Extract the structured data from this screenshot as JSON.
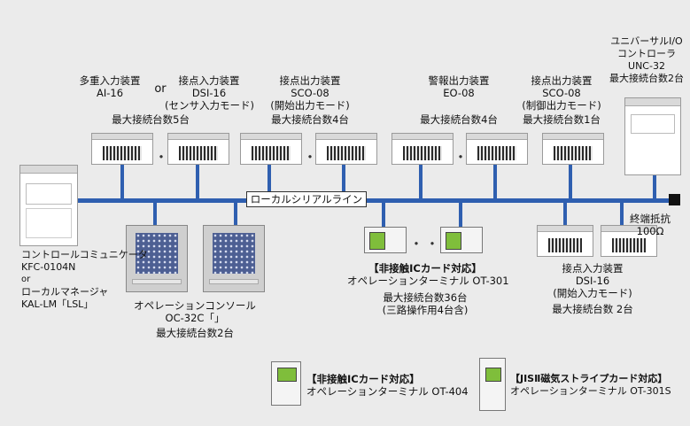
{
  "groups": {
    "multi_input": {
      "title": "多重入力装置",
      "model": "AI-16"
    },
    "or_label": "or",
    "dsi_sensor": {
      "title": "接点入力装置",
      "model": "DSI-16",
      "mode": "(センサ入力モード)"
    },
    "max_5": "最大接続台数5台",
    "sco_start": {
      "title": "接点出力装置",
      "model": "SCO-08",
      "mode": "(開始出力モード)",
      "max": "最大接続台数4台"
    },
    "eo": {
      "title": "警報出力装置",
      "model": "EO-08",
      "max": "最大接続台数4台"
    },
    "sco_control": {
      "title": "接点出力装置",
      "model": "SCO-08",
      "mode": "(制御出力モード)",
      "max": "最大接続台数1台"
    },
    "universal": {
      "line1": "ユニバーサルI/O",
      "line2": "コントローラ",
      "model": "UNC-32",
      "max": "最大接続台数2台"
    },
    "bus_label": "ローカルシリアルライン",
    "terminator": {
      "title": "終端抵抗",
      "value": "100Ω"
    },
    "controller": {
      "line1": "コントロールコミュニケータ",
      "model": "KFC-0104N",
      "or": "or",
      "line3": "ローカルマネージャ",
      "model2": "KAL-LM「LSL」"
    },
    "console": {
      "line1": "オペレーションコンソール",
      "model": "OC-32C「」",
      "max": "最大接続台数2台"
    },
    "ot301": {
      "line1": "【非接触ICカード対応】",
      "line2": "オペレーションターミナル OT-301",
      "max": "最大接続台数36台",
      "note": "(三路操作用4台含)"
    },
    "dsi_start": {
      "title": "接点入力装置",
      "model": "DSI-16",
      "mode": "(開始入力モード)",
      "max": "最大接続台数 2台"
    },
    "ot404": {
      "line1": "【非接触ICカード対応】",
      "line2": "オペレーションターミナル OT-404"
    },
    "ot301s": {
      "line1": "【JISⅡ磁気ストライプカード対応】",
      "line2": "オペレーションターミナル OT-301S"
    },
    "ellipsis": "・・・"
  },
  "colors": {
    "bus": "#2f5fb0",
    "background": "#ebebeb",
    "lcd": "#7fbe3b"
  }
}
